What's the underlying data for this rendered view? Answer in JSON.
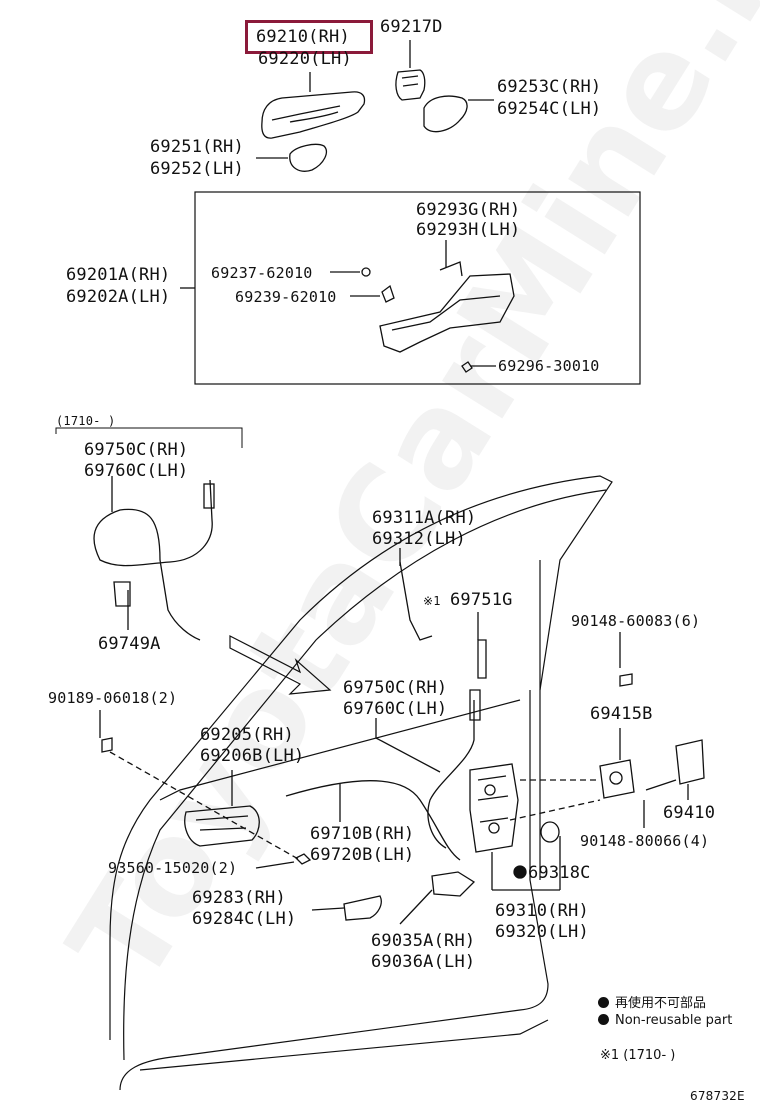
{
  "parts": {
    "p69210": "69210(RH)",
    "p69220": "69220(LH)",
    "p69217D": "69217D",
    "p69253C": "69253C(RH)",
    "p69254C": "69254C(LH)",
    "p69251": "69251(RH)",
    "p69252": "69252(LH)",
    "p69201A": "69201A(RH)",
    "p69202A": "69202A(LH)",
    "p69293G": "69293G(RH)",
    "p69293H": "69293H(LH)",
    "p69237": "69237-62010",
    "p69239": "69239-62010",
    "p69296": "69296-30010",
    "p1710a": "(1710-     )",
    "p69750C_a": "69750C(RH)",
    "p69760C_a": "69760C(LH)",
    "p69749A": "69749A",
    "p69311A": "69311A(RH)",
    "p69312": "69312(LH)",
    "p69751G_mark": "※1",
    "p69751G": "69751G",
    "p90148_60083": "90148-60083(6)",
    "p69415B": "69415B",
    "p69410": "69410",
    "p90148_80066": "90148-80066(4)",
    "p90189": "90189-06018(2)",
    "p69750C_b": "69750C(RH)",
    "p69760C_b": "69760C(LH)",
    "p69205": "69205(RH)",
    "p69206B": "69206B(LH)",
    "p69710B": "69710B(RH)",
    "p69720B": "69720B(LH)",
    "p93560": "93560-15020(2)",
    "p69318C": "69318C",
    "p69283": "69283(RH)",
    "p69284C": "69284C(LH)",
    "p69310": "69310(RH)",
    "p69320": "69320(LH)",
    "p69035A": "69035A(RH)",
    "p69036A": "69036A(LH)"
  },
  "legend": {
    "line1": "再使用不可部品",
    "line2": "Non-reusable part",
    "note": "※1 (1710-     )"
  },
  "watermark": "ToyotaCarMine.ru",
  "diagram_id": "678732E",
  "colors": {
    "highlight": "#8b1a3a",
    "ink": "#111111"
  }
}
